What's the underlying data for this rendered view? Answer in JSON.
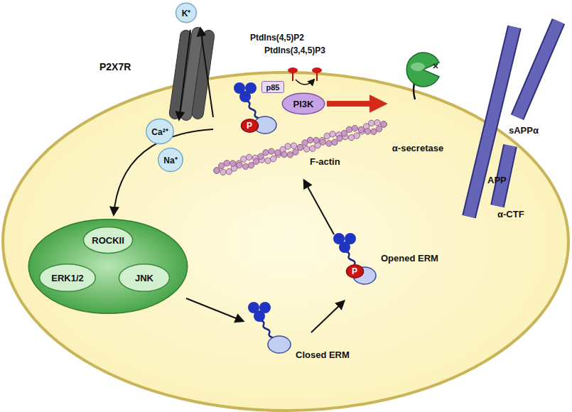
{
  "diagram": {
    "nodes": [
      {
        "text": [
          "K⁺"
        ]
      },
      {
        "text": [
          "Ca²⁺"
        ]
      },
      {
        "text": [
          "Na⁺"
        ]
      },
      {
        "text": []
      },
      {
        "text": [
          "ROCKII"
        ],
        "in": 3
      },
      {
        "text": [
          "ERK1/2"
        ],
        "in": 3
      },
      {
        "text": [
          "JNK"
        ],
        "in": 3
      },
      {
        "text": [
          "p85"
        ]
      },
      {
        "text": [
          "PI3K"
        ]
      },
      {
        "text": [
          "P"
        ]
      },
      {
        "text": [
          "P"
        ]
      },
      {
        "text": [
          "α-secretase"
        ]
      }
    ],
    "edges": [
      {
        "from": 8,
        "to": 11,
        "arrow": "to"
      }
    ],
    "labels": [
      "P2X7R",
      "PtdIns(4,5)P2",
      "PtdIns(3,4,5)P3",
      "F-actin",
      "APP",
      "sAPPα",
      "α-CTF",
      "Closed ERM",
      "Opened ERM"
    ]
  }
}
